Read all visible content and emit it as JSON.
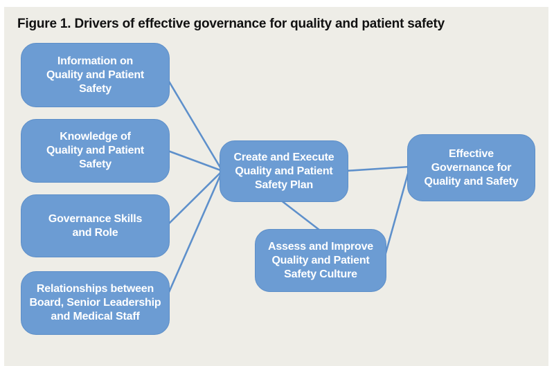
{
  "figure_title": "Figure 1. Drivers of effective governance for quality and patient safety",
  "diagram": {
    "nodes": [
      {
        "id": "information",
        "label": "Information on\nQuality and Patient\nSafety"
      },
      {
        "id": "knowledge",
        "label": "Knowledge of\nQuality and Patient\nSafety"
      },
      {
        "id": "governance_skills",
        "label": "Governance Skills\nand Role"
      },
      {
        "id": "relationships",
        "label": "Relationships between\nBoard, Senior Leadership\nand Medical Staff"
      },
      {
        "id": "create_execute",
        "label": "Create and Execute\nQuality and Patient\nSafety Plan"
      },
      {
        "id": "assess_improve",
        "label": "Assess and Improve\nQuality and Patient\nSafety Culture"
      },
      {
        "id": "effective_governance",
        "label": "Effective\nGovernance for\nQuality and Safety"
      }
    ],
    "edges": [
      {
        "from": "information",
        "to": "create_execute"
      },
      {
        "from": "knowledge",
        "to": "create_execute"
      },
      {
        "from": "governance_skills",
        "to": "create_execute"
      },
      {
        "from": "relationships",
        "to": "create_execute"
      },
      {
        "from": "create_execute",
        "to": "effective_governance"
      },
      {
        "from": "create_execute",
        "to": "assess_improve"
      },
      {
        "from": "assess_improve",
        "to": "effective_governance"
      }
    ]
  },
  "colors": {
    "node_fill": "#6C9CD3",
    "node_border": "#5C8EC8",
    "connector": "#5E90CB",
    "node_text": "#FFFFFF",
    "panel_background": "#EEEDE7",
    "page_background": "#FFFFFF",
    "title_text": "#111111"
  }
}
